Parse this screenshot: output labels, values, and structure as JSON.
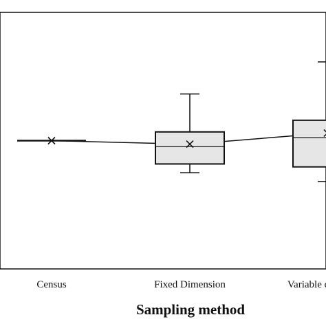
{
  "chart_data": {
    "type": "box",
    "xlabel": "Sampling method",
    "categories": [
      "Census",
      "Fixed Dimension",
      "Variable dimension"
    ],
    "boxes": [
      {
        "category": "Census",
        "whisker_low": 0,
        "q1": 0,
        "median": 0,
        "q3": 0,
        "whisker_high": 0,
        "mean": 0
      },
      {
        "category": "Fixed Dimension",
        "whisker_low": -0.55,
        "q1": -0.4,
        "median": -0.1,
        "q3": 0.15,
        "whisker_high": 0.8,
        "mean": -0.06
      },
      {
        "category": "Variable dimension",
        "whisker_low": -0.7,
        "q1": -0.45,
        "median": 0.05,
        "q3": 0.35,
        "whisker_high": 1.35,
        "mean": 0.13
      }
    ],
    "ylim": [
      -2.2,
      2.2
    ],
    "grid": false,
    "colors": {
      "box_fill": "#e6e6e6",
      "stroke": "#111111"
    }
  }
}
